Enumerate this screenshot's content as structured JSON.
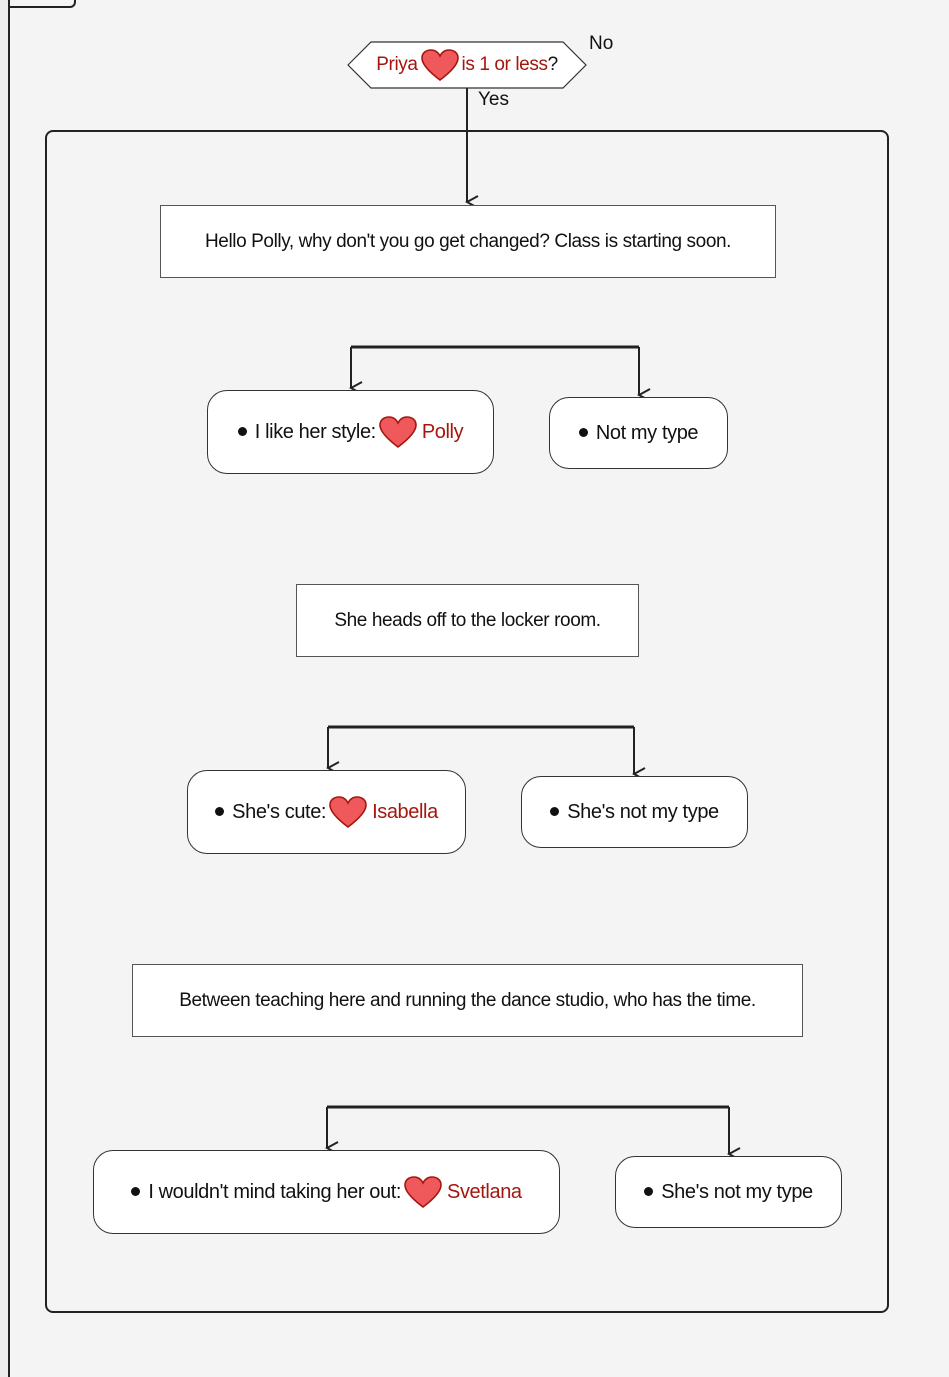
{
  "decision": {
    "prefix": "Priya",
    "suffix": "is 1 or less",
    "question_mark": "?",
    "no_label": "No",
    "yes_label": "Yes"
  },
  "statements": [
    "Hello Polly, why don't you go get changed? Class is starting soon.",
    "She heads off to the locker room.",
    "Between teaching here and running the dance studio, who has the time."
  ],
  "choices": [
    {
      "left_text": "I like her style:",
      "left_name": "Polly",
      "right_text": "Not my type"
    },
    {
      "left_text": "She's cute:",
      "left_name": "Isabella",
      "right_text": "She's not my type"
    },
    {
      "left_text": "I wouldn't mind taking her out:",
      "left_name": "Svetlana",
      "right_text": "She's not my type"
    }
  ],
  "colors": {
    "name_text": "#a5160f",
    "heart_fill": "#f0595c",
    "heart_stroke": "#a5160f"
  },
  "icons": {
    "affection": "heart-icon"
  }
}
